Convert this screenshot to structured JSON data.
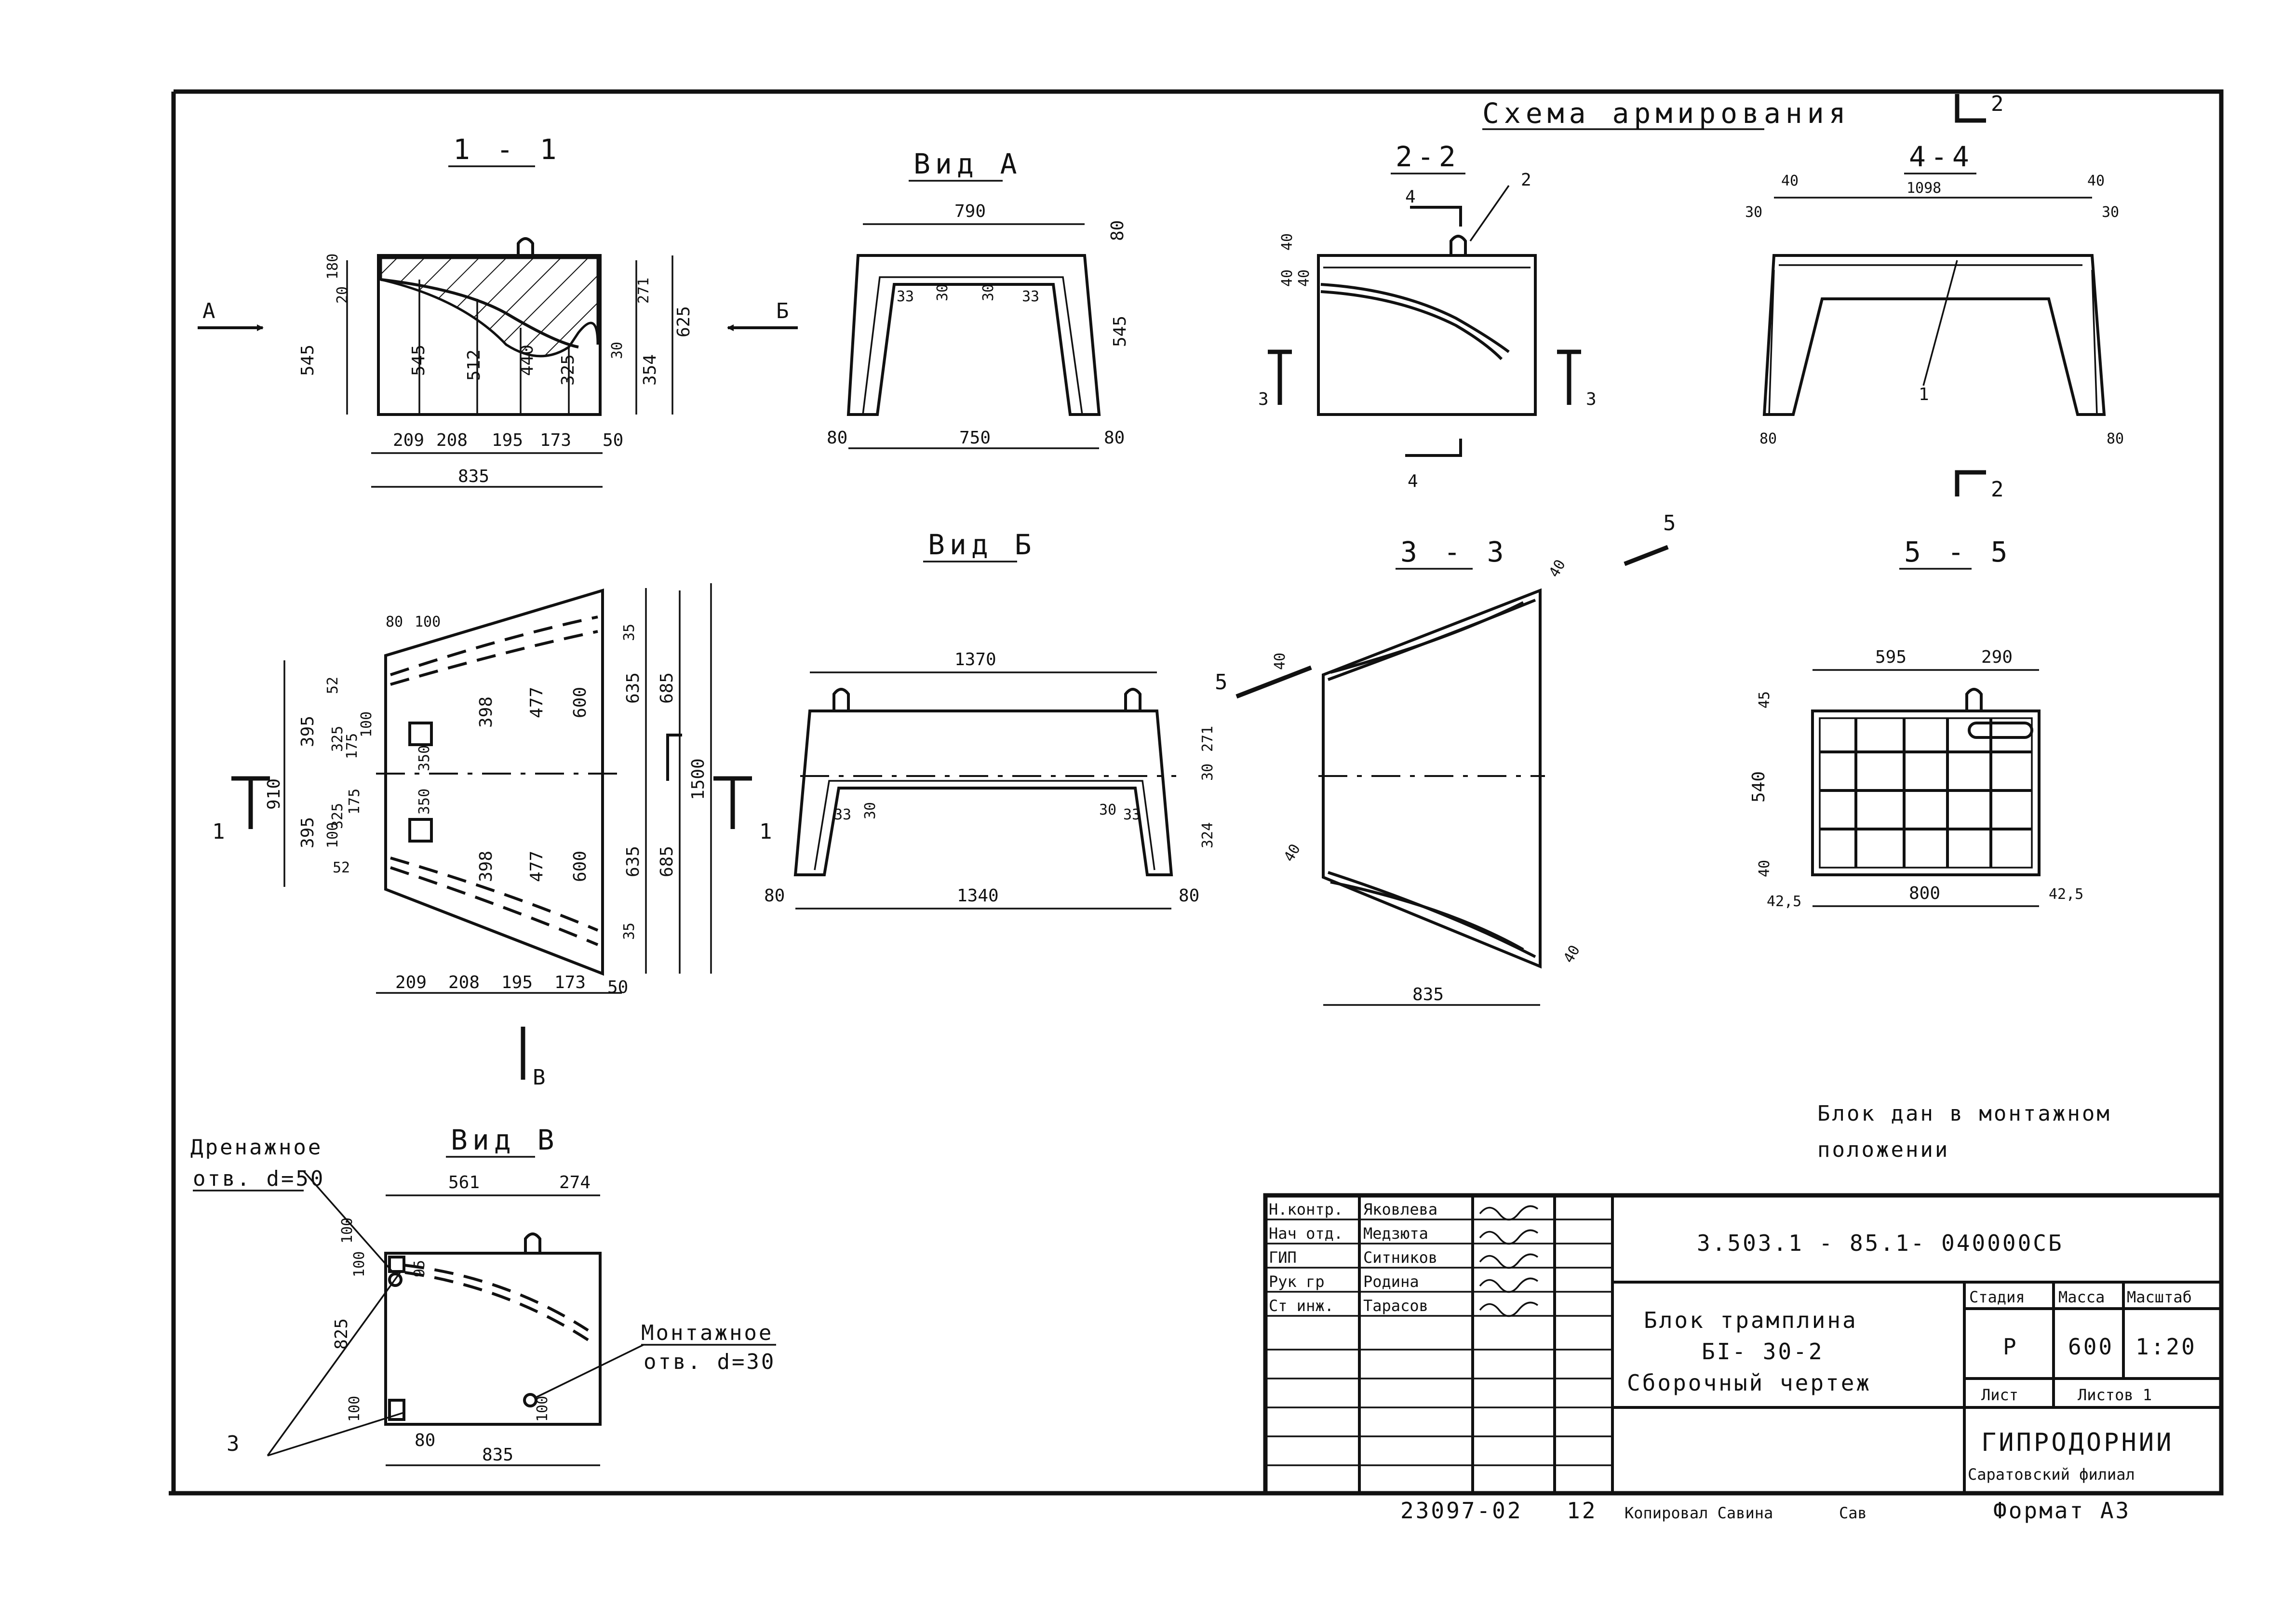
{
  "header": {
    "reinforcement_scheme": "Схема армирования"
  },
  "views": {
    "section_1_1": {
      "title": "1 - 1",
      "dims": {
        "d180": "180",
        "d20": "20",
        "d545l": "545",
        "d545": "545",
        "d512": "512",
        "d440": "440",
        "d325": "325",
        "d271": "271",
        "d30": "30",
        "d354": "354",
        "d625": "625",
        "d209": "209",
        "d208": "208",
        "d195": "195",
        "d173": "173",
        "d50": "50",
        "d835": "835"
      },
      "arrow_a": "А",
      "arrow_b": "Б"
    },
    "view_a": {
      "title": "Вид А",
      "dims": {
        "d790": "790",
        "d80t": "80",
        "d33a": "33",
        "d30a": "30",
        "d30b": "30",
        "d33b": "33",
        "d545": "545",
        "d80l": "80",
        "d750": "750",
        "d80r": "80"
      }
    },
    "section_2_2": {
      "title": "2-2",
      "dims": {
        "d40a": "40",
        "d40b": "40",
        "d40c": "40"
      },
      "mark_2": "2",
      "mark_4a": "4",
      "mark_4b": "4",
      "mark_3a": "3",
      "mark_3b": "3"
    },
    "section_4_4": {
      "title": "4-4",
      "dims": {
        "d40l": "40",
        "d1098": "1098",
        "d40r": "40",
        "d30l": "30",
        "d30r": "30",
        "d80l": "80",
        "d80r": "80"
      },
      "mark_1": "1",
      "mark_2a": "2",
      "mark_2b": "2"
    },
    "view_b": {
      "title": "Вид Б",
      "dims": {
        "d1370": "1370",
        "d271": "271",
        "d30": "30",
        "d324": "324",
        "d33l": "33",
        "d30l": "30",
        "d30r": "30",
        "d33r": "33",
        "d80l": "80",
        "d1340": "1340",
        "d80r": "80"
      }
    },
    "plan": {
      "dims": {
        "d80": "80",
        "d100": "100",
        "d35t": "35",
        "d35b": "35",
        "d635t": "635",
        "d685t": "685",
        "d1500": "1500",
        "d635b": "635",
        "d685b": "685",
        "d600t": "600",
        "d600b": "600",
        "d477t": "477",
        "d477b": "477",
        "d398t": "398",
        "d398b": "398",
        "d350t": "350",
        "d350b": "350",
        "d395t": "395",
        "d395b": "395",
        "d910": "910",
        "d52t": "52",
        "d325t": "325",
        "d175t": "175",
        "d100t": "100",
        "d175b": "175",
        "d325b": "325",
        "d100b": "100",
        "d52b": "52",
        "d209": "209",
        "d208": "208",
        "d195": "195",
        "d173": "173",
        "d50": "50"
      },
      "mark_1a": "1",
      "mark_1b": "1",
      "arrow_v": "В"
    },
    "section_3_3": {
      "title": "3 - 3",
      "dims": {
        "d40a": "40",
        "d40b": "40",
        "d40c": "40",
        "d40d": "40",
        "d835": "835"
      },
      "mark_5a": "5",
      "mark_5b": "5"
    },
    "section_5_5": {
      "title": "5 - 5",
      "dims": {
        "d595": "595",
        "d290": "290",
        "d45": "45",
        "d540": "540",
        "d40": "40",
        "d425": "42,5",
        "d800": "800",
        "d425r": "42,5"
      }
    },
    "view_v": {
      "title": "Вид В",
      "dims": {
        "d561": "561",
        "d274": "274",
        "d100a": "100",
        "d100b": "100",
        "d95": "95",
        "d825": "825",
        "d100c": "100",
        "d100d": "100",
        "d80": "80",
        "d835": "835"
      },
      "drain_label_1": "Дренажное",
      "drain_label_2": "отв. d=50",
      "mount_label_1": "Монтажное",
      "mount_label_2": "отв. d=30",
      "mark_3": "3"
    }
  },
  "note": {
    "line1": "Блок дан в монтажном",
    "line2": "положении"
  },
  "title_block": {
    "doc_code": "3.503.1 - 85.1- 040000СБ",
    "signatures": [
      {
        "role": "Н.контр.",
        "name": "Яковлева"
      },
      {
        "role": "Нач отд.",
        "name": "Медзюта"
      },
      {
        "role": "ГИП",
        "name": "Ситников"
      },
      {
        "role": "Рук гр",
        "name": "Родина"
      },
      {
        "role": "Ст инж.",
        "name": "Тарасов"
      }
    ],
    "product_line1": "Блок трамплина",
    "product_line2": "БI- 30-2",
    "product_line3": "Сборочный чертеж",
    "col_stage": "Стадия",
    "col_mass": "Масса",
    "col_scale": "Масштаб",
    "val_stage": "Р",
    "val_mass": "600",
    "val_scale": "1:20",
    "sheet_label": "Лист",
    "sheets_label": "Листов 1",
    "org_line1": "ГИПРОДОРНИИ",
    "org_line2": "Саратовский филиал"
  },
  "footer": {
    "inv_number": "23097-02",
    "sheet_num": "12",
    "copied": "Копировал Савина",
    "copied_sign": "Сав",
    "format": "Формат А3"
  }
}
